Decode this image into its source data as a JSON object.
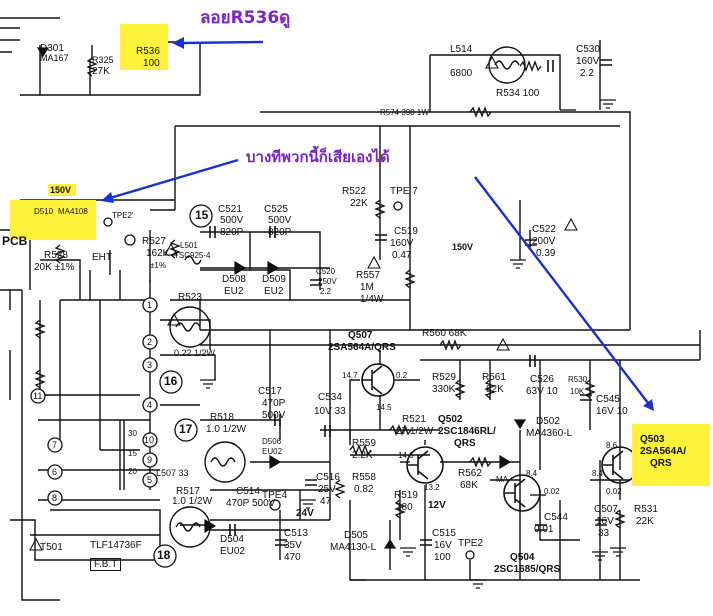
{
  "annotations": {
    "r536_note": "ลอยR536ดู",
    "group_note": "บางทีพวกนี้ก็เสียเองได้"
  },
  "colors": {
    "highlight": "#fff23a",
    "arrow": "#1a2fd8",
    "annotation_text": "#7d22c8",
    "wire": "#111111"
  },
  "labels": {
    "d301": "D301",
    "ma167": "MA167",
    "r325": "R325",
    "r325_val": "27K",
    "r536": "R536",
    "r536_val": "100",
    "l514": "L514",
    "l514_val": "6800",
    "c530": "C530",
    "c530_v": "160V",
    "c530_val": "2.2",
    "r534": "R534 100",
    "r574": "R574 390 1W",
    "v150_a": "150V",
    "v150_b": "150V",
    "d510": "D510",
    "ma4108": "MA4108",
    "tpe2_top": "TPE2'",
    "n15": "15",
    "c521": "C521",
    "c521_v": "500V",
    "c521_val": "820P",
    "c525": "C525",
    "c525_v": "500V",
    "c525_val": "820P",
    "r522": "R522",
    "r522_val": "22K",
    "tpe7": "TPE 7",
    "c519": "C519",
    "c519_v": "160V",
    "c519_val": "0.47",
    "c522": "C522",
    "c522_v": "200V",
    "c522_val": "0.39",
    "pcb": "PCB",
    "r528": "R528",
    "r528_val": "20K ±1%",
    "eht": "EHT",
    "r527": "R527",
    "r527_val": "162K",
    "r527_tol": "±1%",
    "l501": "L501",
    "tsc": "TSC925-4",
    "d508": "D508",
    "d508_val": "EU2",
    "d509": "D509",
    "d509_val": "EU2",
    "c520": "C520",
    "c520_v": "250V",
    "c520_val": "2.2",
    "r557": "R557",
    "r557_val": "1M",
    "r557_w": "1/4W",
    "r523": "R523",
    "r523_val": "0.22 1/2W",
    "n16": "16",
    "q507": "Q507",
    "q507_part": "2SA564A/QRS",
    "r560": "R560  68K",
    "r529": "R529",
    "r529_val": "330K",
    "r561": "R561",
    "r561_val": "82K",
    "c526": "C526",
    "c526_val": "63V 10",
    "r530": "R530",
    "r530_val": "10K",
    "c545": "C545",
    "c545_val": "16V 10",
    "c517": "C517",
    "c517_val": "470P",
    "c517_v": "500V",
    "c534": "C534",
    "c534_val": "10V  33",
    "v147": "14.7",
    "v02": "0.2",
    "v145": "14.5",
    "r518": "R518",
    "r518_val": "1.0  1/2W",
    "n17": "17",
    "d506": "D506",
    "d506_val": "EU02",
    "l507": "L507  33",
    "r521": "R521",
    "r521_val": "27  1/2W",
    "q502": "Q502",
    "q502_part": "2SC1846RL/",
    "q502_suf": "QRS",
    "r559": "R559",
    "r559_val": "2.2K",
    "d502": "D502",
    "d502_val": "MA4360-L",
    "q503": "Q503",
    "q503_part": "2SA564A/",
    "q503_suf": "QRS",
    "v146": "14.6",
    "v132": "13.2",
    "r562": "R562",
    "r562_val": "68K",
    "ma": "MA",
    "v84a": "8.4",
    "v84b": "8.4",
    "v86": "8.6",
    "v002": "0.02",
    "v002b": "0.02",
    "c516": "C516",
    "c516_v": "25V",
    "c516_val": "47",
    "r558": "R558",
    "r558_val": "0.82",
    "r517": "R517",
    "r517_val": "1.0  1/2W",
    "c514": "C514",
    "c514_val": "470P  500V",
    "tpe4": "TPE4",
    "v24": "24V",
    "c513": "C513",
    "c513_v": "35V",
    "c513_val": "470",
    "d504": "D504",
    "d504_val": "EU02",
    "r519": "R519",
    "r519_val": "180",
    "v12": "12V",
    "c515": "C515",
    "c515_v": "16V",
    "c515_val": "100",
    "tpe2_bot": "TPE2",
    "c544": "C544",
    "c544_val": "0.01",
    "c507": "C507",
    "c507_v": "16V",
    "c507_val": "33",
    "r531": "R531",
    "r531_val": "22K",
    "d505": "D505",
    "d505_val": "MA4130-L",
    "q504": "Q504",
    "q504_part": "2SC1685/QRS",
    "n18": "18",
    "t501": "T501",
    "tlf": "TLF14736F",
    "fbt": "F.B.T",
    "p1": "1",
    "p2": "2",
    "p3": "3",
    "p4": "4",
    "p5": "5",
    "p6": "6",
    "p7": "7",
    "p8": "8",
    "p9": "9",
    "p10": "10",
    "p11": "11",
    "t30": "30",
    "t15": "15",
    "t20": "20"
  }
}
